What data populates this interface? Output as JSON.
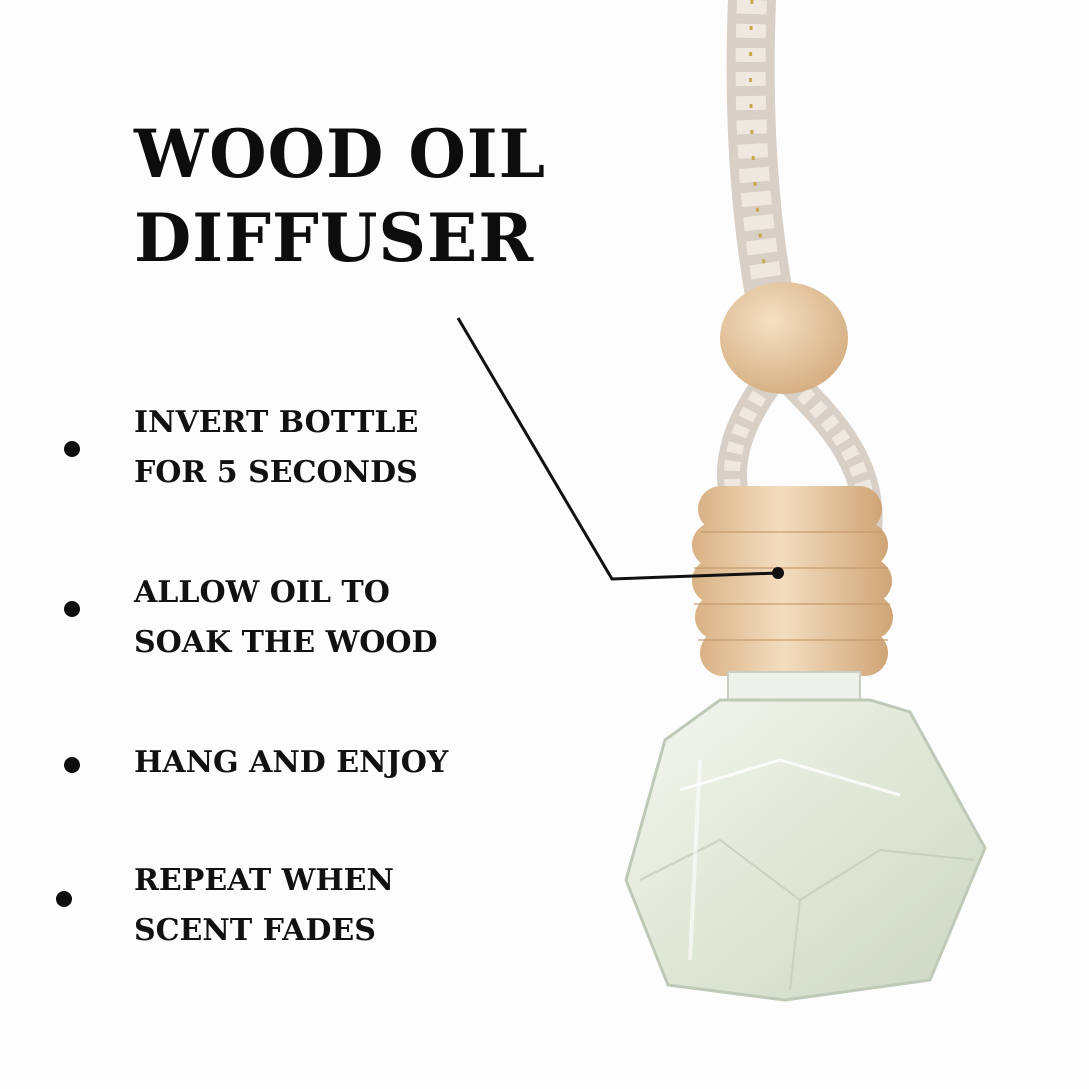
{
  "title": {
    "line1": "WOOD OIL",
    "line2": "DIFFUSER"
  },
  "steps": [
    {
      "line1": "INVERT BOTTLE",
      "line2": "FOR 5 SECONDS"
    },
    {
      "line1": "ALLOW OIL TO",
      "line2": "SOAK THE WOOD"
    },
    {
      "line1": "HANG AND ENJOY",
      "line2": ""
    },
    {
      "line1": "REPEAT WHEN",
      "line2": "SCENT FADES"
    }
  ],
  "colors": {
    "background": "#fdfdfd",
    "text": "#0d0d0d",
    "wood": "#e8c9a0",
    "cord": "#e6ddd6",
    "glass": "#e3eadb"
  }
}
